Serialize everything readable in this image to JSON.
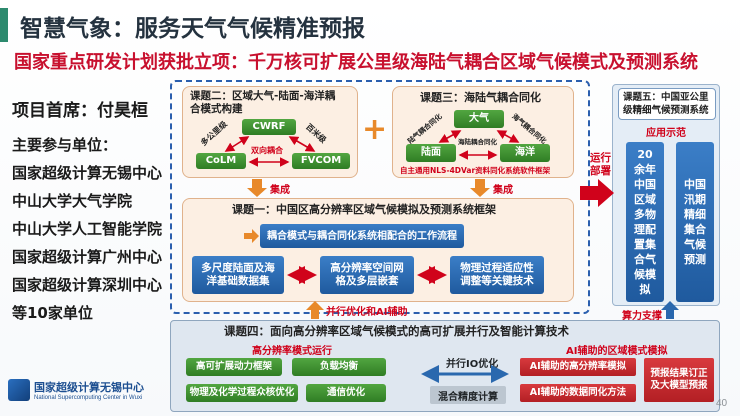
{
  "header": {
    "title": "智慧气象：服务天气气候精准预报",
    "subtitle": "国家重点研发计划获批立项：千万核可扩展公里级海陆气耦合区域气候模式及预测系统"
  },
  "left": {
    "lead": "项目首席：付昊桓",
    "units_header": "主要参与单位：",
    "units": [
      "国家超级计算无锡中心",
      "中山大学大气学院",
      "中山大学人工智能学院",
      "国家超级计算广州中心",
      "国家超级计算深圳中心",
      "等10家单位"
    ]
  },
  "topic2": {
    "header": "课题二：区域大气-陆面-海洋耦合模式构建",
    "cwrf": "CWRF",
    "colm": "CoLM",
    "fvcom": "FVCOM",
    "label_km": "多公里级",
    "label_100m": "百米级",
    "label_bidirectional": "双向耦合"
  },
  "plus": "+",
  "topic3": {
    "header": "课题三：海陆气耦合同化",
    "atmosphere": "大气",
    "land": "陆面",
    "ocean": "海洋",
    "label_land_atm": "陆气耦合同化",
    "label_ocean_atm": "海气耦合同化",
    "label_land_ocean": "海陆耦合同化",
    "footer": "自主通用NLS-4DVar资料同化系统软件框架"
  },
  "integrate_label": "集成",
  "topic1": {
    "header": "课题一：中国区高分辨率区域气候模拟及预测系统框架",
    "workflow": "耦合模式与耦合同化系统相配合的工作流程",
    "boxes": [
      "多尺度陆面及海洋基础数据集",
      "高分辨率空间网格及多层嵌套",
      "物理过程适应性调整等关键技术"
    ]
  },
  "parallel_ai_label": "并行优化和AI辅助",
  "deploy_label": "运行部署",
  "topic5": {
    "header": "课题五：中国亚公里级精细气候预测系统",
    "demo_label": "应用示范",
    "boxes": [
      "20余年中国区域多物理配置集合气候模拟",
      "中国汛期精细集合气候预测"
    ]
  },
  "compute_label": "算力支撑",
  "topic4": {
    "header": "课题四：面向高分辨率区域气候模式的高可扩展并行及智能计算技术",
    "left_header": "高分辨率模式运行",
    "left_items": [
      "高可扩展动力框架",
      "负载均衡",
      "物理及化学过程众核优化",
      "通信优化"
    ],
    "io_label": "并行IO优化",
    "mixed_precision": "混合精度计算",
    "right_header": "AI辅助的区域模式模拟",
    "right_items": [
      "AI辅助的高分辨率模拟",
      "AI辅助的数据同化方法",
      "预报结果订正及大模型预报"
    ]
  },
  "logo": {
    "name": "国家超级计算无锡中心",
    "name_en": "National Supercomputing Center in Wuxi"
  },
  "page_number": "40",
  "colors": {
    "title_bar": "#2d8a6e",
    "subtitle": "#c8102e",
    "accent_red": "#d0021b",
    "green_box": "#3a8c2c",
    "blue_box": "#2a68ae",
    "red_box": "#c4262b",
    "orange_arrow": "#e8892a",
    "frame_dashed": "#2b5fae"
  }
}
